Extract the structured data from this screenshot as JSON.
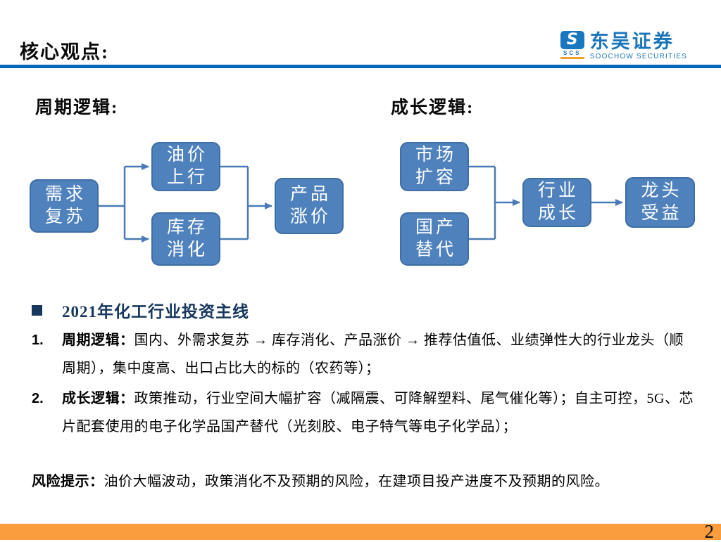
{
  "slide": {
    "header_title": "核心观点:",
    "page_number": "2"
  },
  "logo": {
    "emblem_letter": "S",
    "emblem_sub": "SCS",
    "name_cn": "东吴证券",
    "name_en": "SOOCHOW SECURITIES"
  },
  "diagrams": {
    "cycle": {
      "title": "周期逻辑:",
      "nodes": {
        "demand": {
          "l1": "需求",
          "l2": "复苏"
        },
        "oil": {
          "l1": "油价",
          "l2": "上行"
        },
        "inventory": {
          "l1": "库存",
          "l2": "消化"
        },
        "price": {
          "l1": "产品",
          "l2": "涨价"
        }
      },
      "edges": [
        [
          "demand",
          "oil"
        ],
        [
          "demand",
          "inventory"
        ],
        [
          "oil",
          "price"
        ],
        [
          "inventory",
          "price"
        ]
      ]
    },
    "growth": {
      "title": "成长逻辑:",
      "nodes": {
        "market": {
          "l1": "市场",
          "l2": "扩容"
        },
        "domestic": {
          "l1": "国产",
          "l2": "替代"
        },
        "industry": {
          "l1": "行业",
          "l2": "成长"
        },
        "leader": {
          "l1": "龙头",
          "l2": "受益"
        }
      },
      "edges": [
        [
          "market",
          "industry"
        ],
        [
          "domestic",
          "industry"
        ],
        [
          "industry",
          "leader"
        ]
      ]
    }
  },
  "section": {
    "title": "2021年化工行业投资主线"
  },
  "points": [
    {
      "num": "1.",
      "lead": "周期逻辑：",
      "text": "国内、外需求复苏 → 库存消化、产品涨价 → 推荐估值低、业绩弹性大的行业龙头（顺周期），集中度高、出口占比大的标的（农药等）；"
    },
    {
      "num": "2.",
      "lead": "成长逻辑：",
      "text": "政策推动，行业空间大幅扩容（减隔震、可降解塑料、尾气催化等）；自主可控，5G、芯片配套使用的电子化学品国产替代（光刻胶、电子特气等电子化学品）；"
    }
  ],
  "risk": {
    "lead": "风险提示：",
    "text": "油价大幅波动，政策消化不及预期的风险，在建项目投产进度不及预期的风险。"
  },
  "colors": {
    "divider_blue": "#0068B7",
    "box_fill": "#4F81BD",
    "box_border": "#3D6EA5",
    "connector_blue": "#4A7AB5",
    "section_navy": "#17375E",
    "footer_orange": "#F99D3E",
    "logo_blue": "#1B75BB",
    "logo_orange": "#F0A22E"
  }
}
